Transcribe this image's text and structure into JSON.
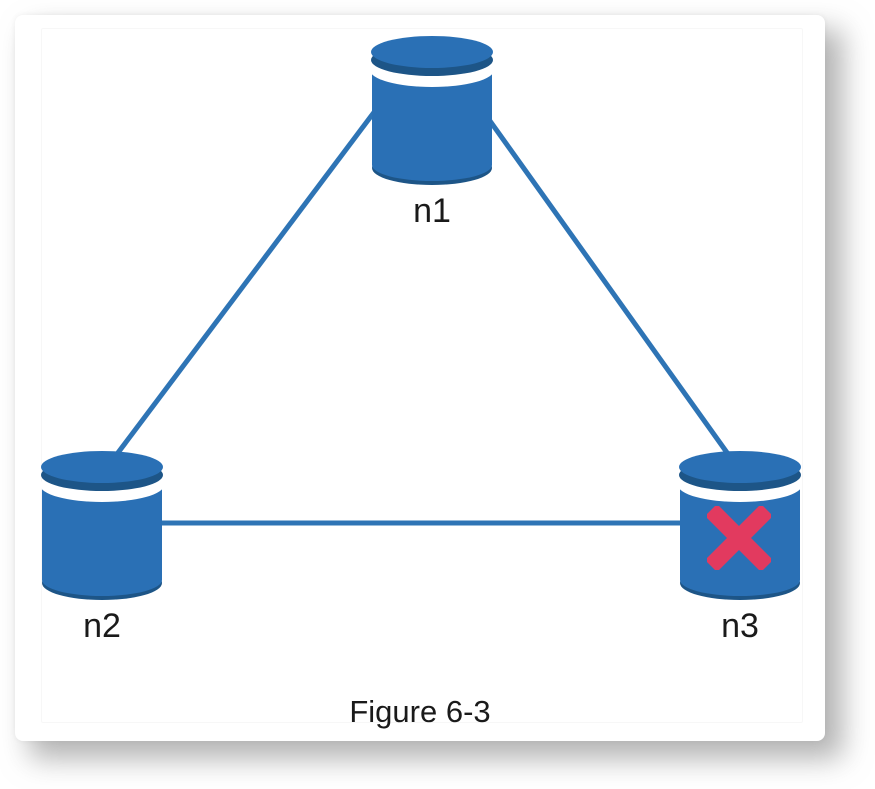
{
  "figure": {
    "caption": "Figure 6-3",
    "nodes": [
      {
        "id": "n1",
        "label": "n1",
        "status": "healthy"
      },
      {
        "id": "n2",
        "label": "n2",
        "status": "healthy"
      },
      {
        "id": "n3",
        "label": "n3",
        "status": "failed"
      }
    ],
    "edges": [
      {
        "from": "n1",
        "to": "n2"
      },
      {
        "from": "n1",
        "to": "n3"
      },
      {
        "from": "n2",
        "to": "n3"
      }
    ],
    "colors": {
      "node_fill": "#2A70B5",
      "node_shade": "#1D5587",
      "edge": "#2E74B5",
      "failure_x": "#E23A5F",
      "label": "#1A1A1A"
    }
  }
}
